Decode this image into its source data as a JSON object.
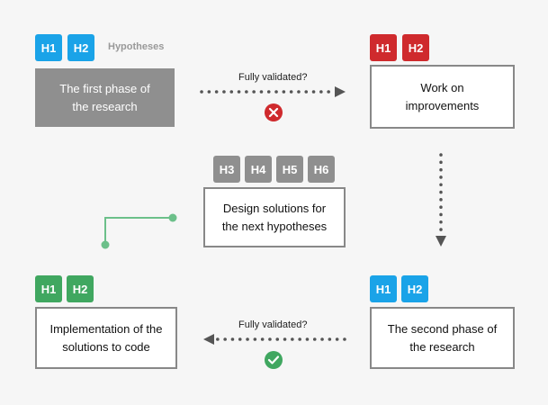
{
  "legend": "Hypotheses",
  "top_left": {
    "tags": [
      "H1",
      "H2"
    ],
    "box": [
      "The first phase of",
      "the research"
    ]
  },
  "top_right": {
    "tags": [
      "H1",
      "H2"
    ],
    "box": [
      "Work on",
      "improvements"
    ]
  },
  "middle": {
    "tags": [
      "H3",
      "H4",
      "H5",
      "H6"
    ],
    "box": [
      "Design solutions for",
      "the next hypotheses"
    ]
  },
  "bottom_right": {
    "tags": [
      "H1",
      "H2"
    ],
    "box": [
      "The second phase of",
      "the research"
    ]
  },
  "bottom_left": {
    "tags": [
      "H1",
      "H2"
    ],
    "box": [
      "Implementation of the",
      "solutions to code"
    ]
  },
  "arrows": {
    "top_label": "Fully validated?",
    "bottom_label": "Fully validated?"
  },
  "colors": {
    "blue": "#1aa3e8",
    "red": "#cf2a2d",
    "gray": "#8f8f8f",
    "green": "#40a760"
  },
  "icons": {
    "top_result": "cross-circle-icon",
    "bottom_result": "check-circle-icon"
  }
}
